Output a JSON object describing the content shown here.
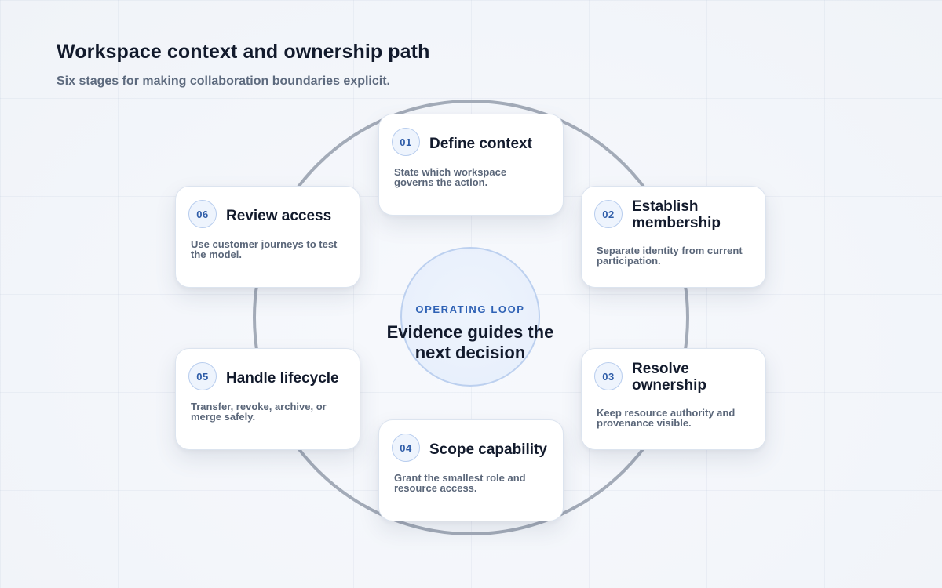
{
  "header": {
    "title": "Workspace context and ownership path",
    "subtitle": "Six stages for making collaboration boundaries explicit."
  },
  "hub": {
    "eyebrow": "OPERATING LOOP",
    "text": "Evidence guides the next decision"
  },
  "stages": [
    {
      "number": "01",
      "title": "Define context",
      "description": "State which workspace governs the action."
    },
    {
      "number": "02",
      "title": "Establish membership",
      "description": "Separate identity from current participation."
    },
    {
      "number": "03",
      "title": "Resolve ownership",
      "description": "Keep resource authority and provenance visible."
    },
    {
      "number": "04",
      "title": "Scope capability",
      "description": "Grant the smallest role and resource access."
    },
    {
      "number": "05",
      "title": "Handle lifecycle",
      "description": "Transfer, revoke, archive, or merge safely."
    },
    {
      "number": "06",
      "title": "Review access",
      "description": "Use customer journeys to test the model."
    }
  ],
  "colors": {
    "ring": "#a3abb8",
    "accent": "#2f62b5",
    "badge_fill": "#eef4fd",
    "hub_border": "#bcd0ef"
  }
}
